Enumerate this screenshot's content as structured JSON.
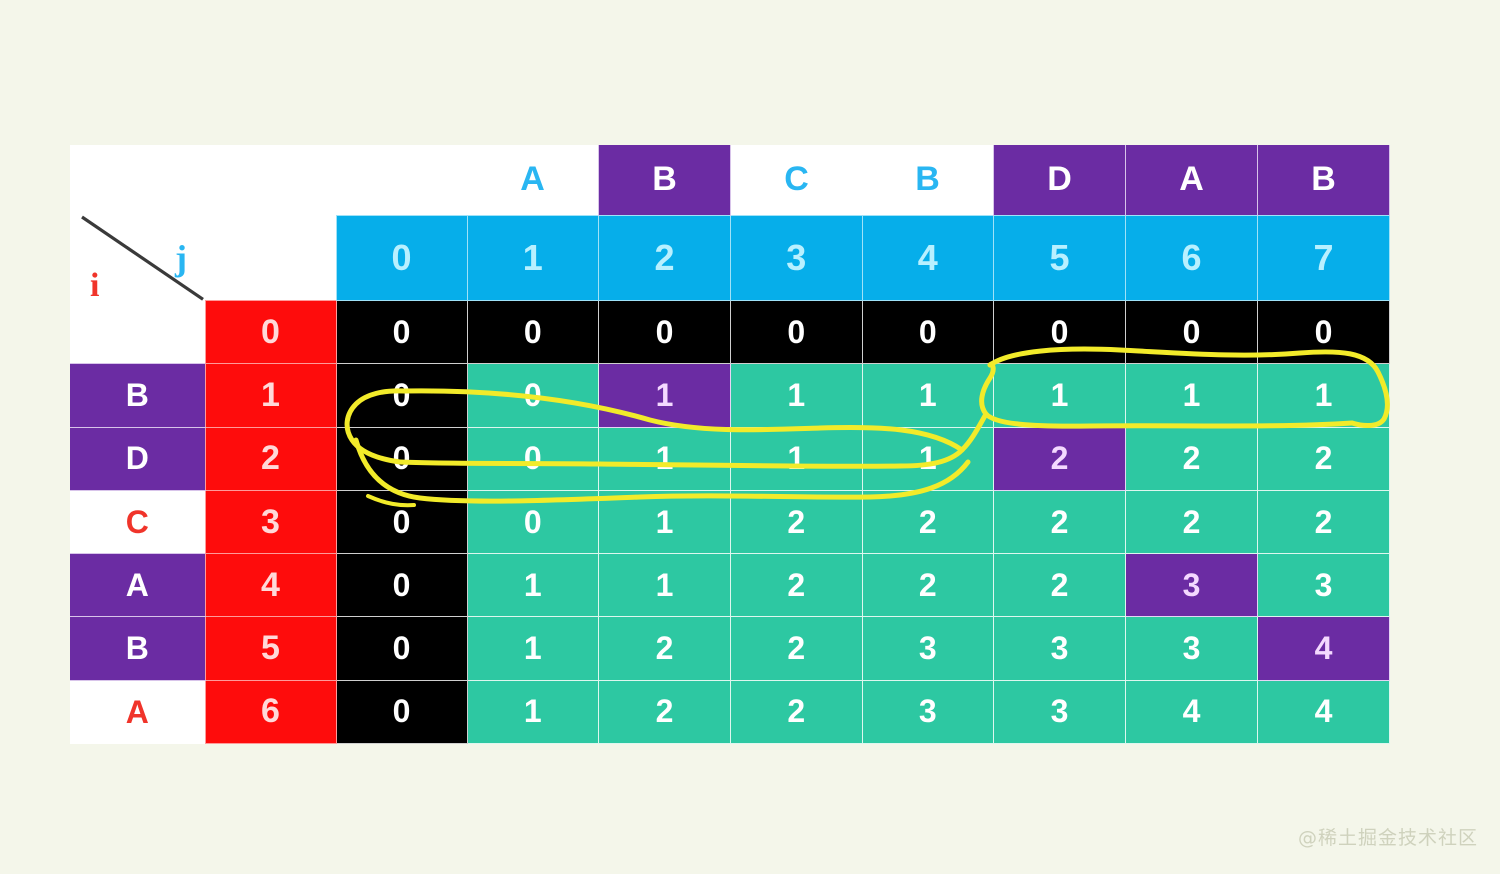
{
  "background_color": "#f4f6ea",
  "panel_color": "#ffffff",
  "palette": {
    "purple": "#6b2ca3",
    "cyan": "#06aeea",
    "red": "#fe0c0c",
    "teal": "#2dc8a2",
    "black": "#000000",
    "annotation_yellow": "#f2eb2a"
  },
  "axis_labels": {
    "row_axis": "i",
    "col_axis": "j"
  },
  "chart_data": {
    "type": "table",
    "title": "LCS dynamic programming table",
    "xlabel": "j",
    "ylabel": "i",
    "col_letters": [
      "",
      "A",
      "B",
      "C",
      "B",
      "D",
      "A",
      "B"
    ],
    "col_letter_highlight": [
      false,
      false,
      true,
      false,
      false,
      true,
      true,
      true
    ],
    "col_indices": [
      "0",
      "1",
      "2",
      "3",
      "4",
      "5",
      "6",
      "7"
    ],
    "row_letters": [
      "",
      "B",
      "D",
      "C",
      "A",
      "B",
      "A"
    ],
    "row_letter_highlight": [
      false,
      true,
      true,
      false,
      true,
      true,
      false
    ],
    "row_indices": [
      "0",
      "1",
      "2",
      "3",
      "4",
      "5",
      "6"
    ],
    "values": [
      [
        "0",
        "0",
        "0",
        "0",
        "0",
        "0",
        "0",
        "0"
      ],
      [
        "0",
        "0",
        "1",
        "1",
        "1",
        "1",
        "1",
        "1"
      ],
      [
        "0",
        "0",
        "1",
        "1",
        "1",
        "2",
        "2",
        "2"
      ],
      [
        "0",
        "0",
        "1",
        "2",
        "2",
        "2",
        "2",
        "2"
      ],
      [
        "0",
        "1",
        "1",
        "2",
        "2",
        "2",
        "3",
        "3"
      ],
      [
        "0",
        "1",
        "2",
        "2",
        "3",
        "3",
        "3",
        "4"
      ],
      [
        "0",
        "1",
        "2",
        "2",
        "3",
        "3",
        "4",
        "4"
      ]
    ],
    "cell_styles": [
      [
        "zero",
        "zero",
        "zero",
        "zero",
        "zero",
        "zero",
        "zero",
        "zero"
      ],
      [
        "zero",
        "val",
        "match",
        "val",
        "val",
        "val",
        "val",
        "val"
      ],
      [
        "zero",
        "val",
        "val",
        "val",
        "val",
        "match",
        "val",
        "val"
      ],
      [
        "zero",
        "val",
        "val",
        "val",
        "val",
        "val",
        "val",
        "val"
      ],
      [
        "zero",
        "val",
        "val",
        "val",
        "val",
        "val",
        "match",
        "val"
      ],
      [
        "zero",
        "val",
        "val",
        "val",
        "val",
        "val",
        "val",
        "match"
      ],
      [
        "zero",
        "val",
        "val",
        "val",
        "val",
        "val",
        "val",
        "val"
      ]
    ]
  },
  "watermark": "@稀土掘金技术社区"
}
